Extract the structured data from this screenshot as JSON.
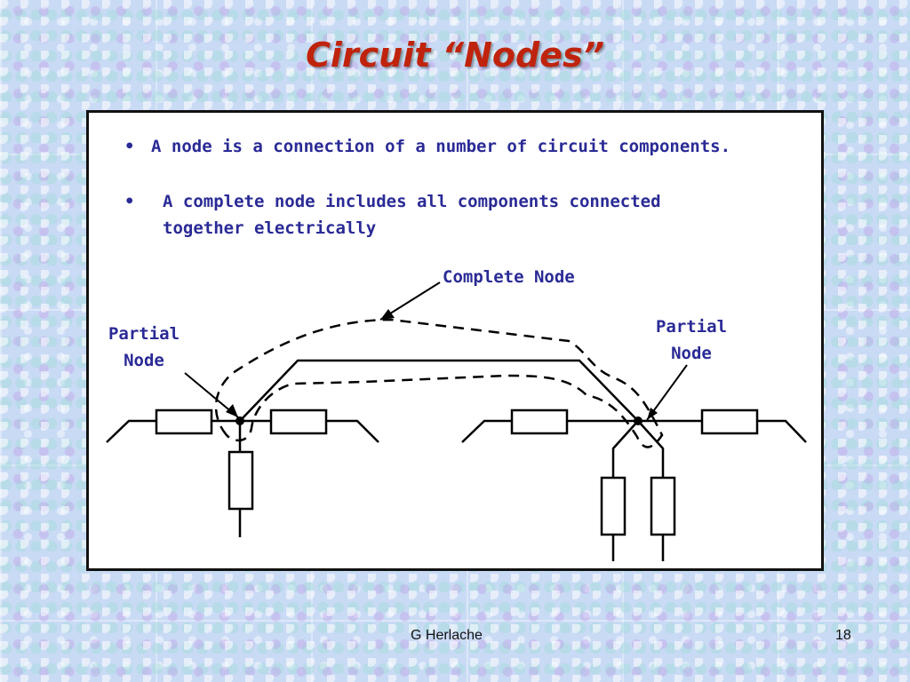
{
  "slide": {
    "title": "Circuit “Nodes”",
    "bullets": [
      "A node is a connection of a number of circuit components.",
      "A complete node includes all components connected together electrically"
    ],
    "labels": {
      "complete_node": "Complete Node",
      "partial_node_left_line1": "Partial",
      "partial_node_left_line2": "Node",
      "partial_node_right_line1": "Partial",
      "partial_node_right_line2": "Node"
    },
    "footer": {
      "author": "G Herlache",
      "page_number": "18"
    }
  }
}
